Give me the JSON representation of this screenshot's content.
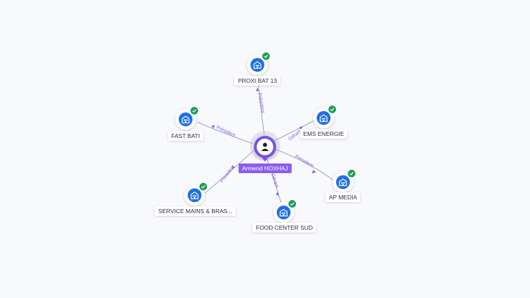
{
  "graph": {
    "center": {
      "name": "Armend HOXHAJ",
      "icon": "person-icon"
    },
    "companies": [
      {
        "name": "PROXI BAT 13",
        "relation": "Président",
        "icon": "building-icon",
        "verified": true
      },
      {
        "name": "FAST BATI",
        "relation": "Président",
        "icon": "building-icon",
        "verified": true
      },
      {
        "name": "EMS ENERGIE",
        "relation": "Gérant",
        "icon": "building-icon",
        "verified": true
      },
      {
        "name": "AP MEDIA",
        "relation": "Président",
        "icon": "building-icon",
        "verified": true
      },
      {
        "name": "SERVICE MAINS & BRAS...",
        "relation": "Président",
        "icon": "building-icon",
        "verified": true
      },
      {
        "name": "FOOD CENTER SUD",
        "relation": "Gérant",
        "icon": "building-icon",
        "verified": true
      }
    ],
    "colors": {
      "accent": "#7c4de8",
      "company": "#1f6fe6",
      "verified": "#1e9e57",
      "edge_label": "#7a63e0"
    }
  }
}
